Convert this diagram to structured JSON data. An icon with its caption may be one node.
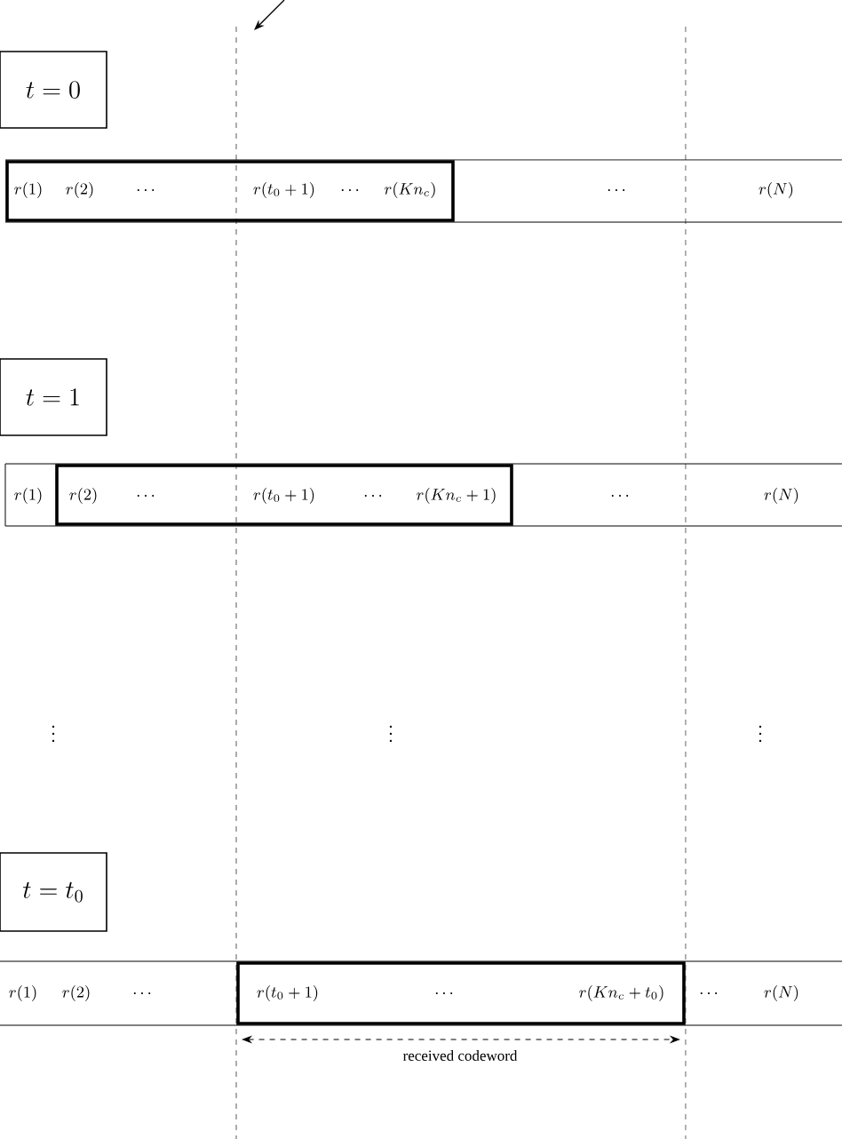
{
  "diagram": {
    "nodes": [
      {
        "text": [
          "t = 0"
        ]
      },
      {
        "text": [
          "\\dots",
          "r(N)"
        ]
      },
      {
        "text": [
          "r(1)",
          "r(2)",
          "\\dots",
          "r(t_0+1)",
          "\\dots",
          "r(Kn_c)"
        ],
        "in": 1
      },
      {
        "text": [
          "t = 1"
        ]
      },
      {
        "text": [
          "r(1)",
          "\\dots",
          "r(N)"
        ]
      },
      {
        "text": [
          "r(2)",
          "\\dots",
          "r(t_0+1)",
          "\\dots",
          "r(Kn_c+1)"
        ],
        "in": 4
      },
      {
        "text": [
          "t = t_0"
        ]
      },
      {
        "text": [
          "r(1)",
          "r(2)",
          "\\dots",
          "\\dots",
          "r(N)"
        ]
      },
      {
        "text": [
          "r(t_0+1)",
          "\\dots",
          "r(Kn_c+t_0)"
        ],
        "in": 7
      }
    ],
    "edges": [],
    "labels": [
      "\\vdots",
      "\\vdots",
      "\\vdots",
      "received codeword"
    ]
  }
}
